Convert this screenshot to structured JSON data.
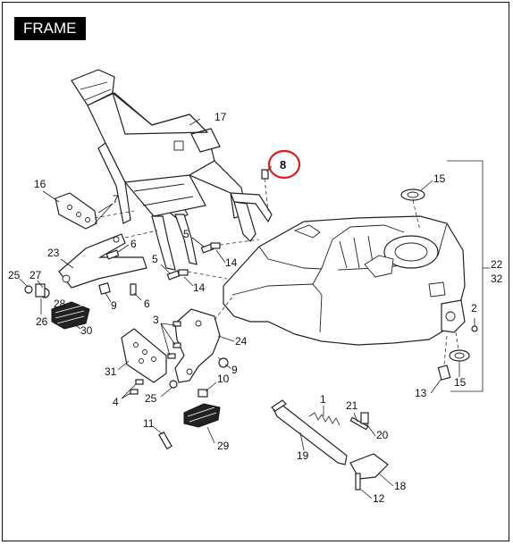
{
  "title": "FRAME",
  "highlight_color": "#e01b1b",
  "callouts": {
    "c1": "1",
    "c2": "2",
    "c4": "4",
    "c5a": "5",
    "c5b": "5",
    "c6a": "6",
    "c6b": "6",
    "c7": "7",
    "c8": "8",
    "c9a": "9",
    "c9b": "9",
    "c10": "10",
    "c11": "11",
    "c12": "12",
    "c13": "13",
    "c14a": "14",
    "c14b": "14",
    "c15a": "15",
    "c15b": "15",
    "c16": "16",
    "c17": "17",
    "c18": "18",
    "c19": "19",
    "c20": "20",
    "c21": "21",
    "c22": "22",
    "c32": "32",
    "c23": "23",
    "c24": "24",
    "c25a": "25",
    "c25b": "25",
    "c26": "26",
    "c27": "27",
    "c28": "28",
    "c29": "29",
    "c30": "30",
    "c31": "31",
    "c3": "3"
  }
}
